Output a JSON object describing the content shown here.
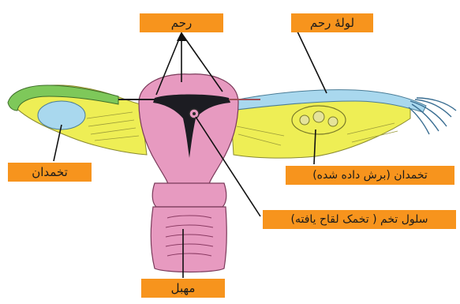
{
  "labels": {
    "uterus": "رحم",
    "fallopian_tube": "لولهٔ رحم",
    "ovary": "تخمدان",
    "ovary_sectioned": "تخمدان (برش داده شده)",
    "egg_cell": "سلول تخم ( تخمک لقاح یافته)",
    "vagina": "مهبل"
  },
  "colors": {
    "label_bg": "#f7941d",
    "uterus_pink": "#e79ac0",
    "ovary_blue": "#a9d8ee",
    "ligament_yellow": "#eeee55",
    "fimbria_green": "#7ec85a",
    "cavity_dark": "#1c1c22"
  }
}
